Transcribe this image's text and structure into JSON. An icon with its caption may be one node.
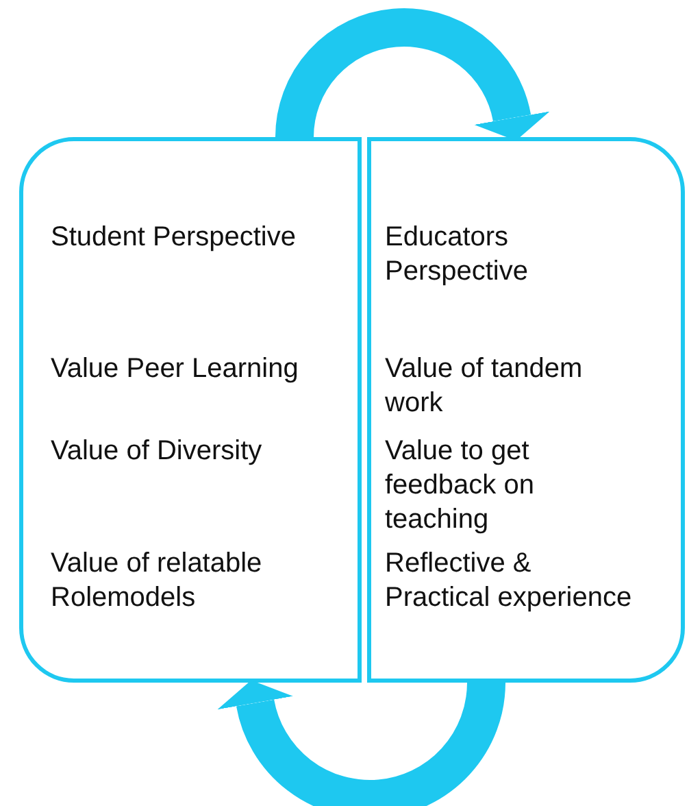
{
  "diagram": {
    "nodes": [
      {
        "text": [
          "Student Perspective",
          "Value Peer Learning",
          "Value of Diversity",
          "Value of relatable Rolemodels"
        ]
      },
      {
        "text": [
          "Educators Perspective",
          "Value of tandem work",
          "Value to get feedback on teaching",
          "Reflective & Practical experience"
        ]
      }
    ],
    "edges": [
      {
        "from": 0,
        "to": 1,
        "arrow": "to"
      },
      {
        "from": 1,
        "to": 0,
        "arrow": "to"
      }
    ]
  }
}
